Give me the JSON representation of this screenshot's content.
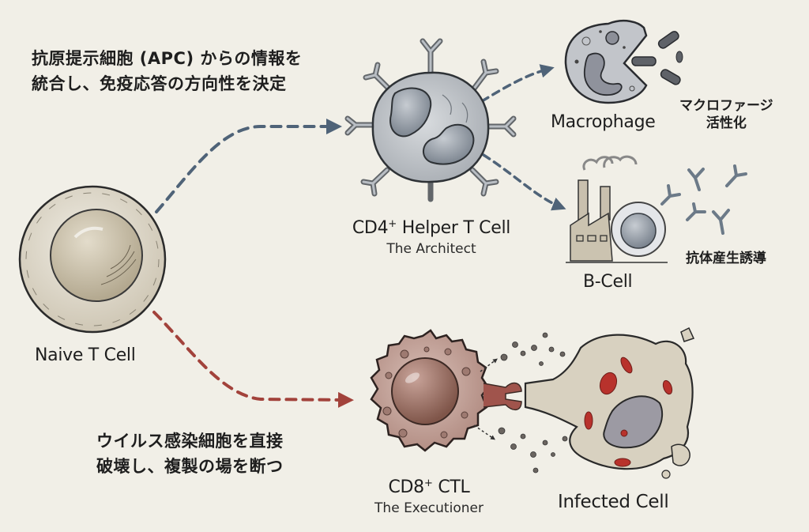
{
  "diagram": {
    "colors": {
      "background": "#f1efe7",
      "helper_path": "#4f6378",
      "ctl_path": "#a2423b",
      "helper_cell": "#b9bec4",
      "ctl_cell": "#b48b82",
      "infected_cell": "#d8d1c0",
      "infected_organelle": "#b8322c",
      "naive_cell": "#d9d2c2"
    },
    "nodes": {
      "naive": {
        "label": "Naive T Cell",
        "icon": "naive-t-cell-icon"
      },
      "cd4": {
        "label_main": "CD4",
        "label_sup": "+",
        "label_rest": " Helper T Cell",
        "subtitle": "The Architect",
        "icon": "helper-t-cell-icon"
      },
      "macrophage": {
        "label": "Macrophage",
        "icon": "macrophage-icon"
      },
      "bcell": {
        "label": "B-Cell",
        "icon": "b-cell-factory-icon"
      },
      "cd8": {
        "label_main": "CD8",
        "label_sup": "+",
        "label_rest": " CTL",
        "subtitle": "The Executioner",
        "icon": "cytotoxic-t-cell-icon"
      },
      "infected": {
        "label": "Infected Cell",
        "icon": "infected-cell-icon"
      }
    },
    "annotations": {
      "cd4_role": {
        "line1": "抗原提示細胞 (APC) からの情報を",
        "line2": "統合し、免疫応答の方向性を決定"
      },
      "cd8_role": {
        "line1": "ウイルス感染細胞を直接",
        "line2": "破壊し、複製の場を断つ"
      },
      "macrophage_effect": {
        "line1": "マクロファージ",
        "line2": "活性化"
      },
      "bcell_effect": {
        "line1": "抗体産生誘導"
      }
    },
    "edges": [
      {
        "from": "naive",
        "to": "cd4",
        "style": "dashed",
        "color": "helper_path"
      },
      {
        "from": "naive",
        "to": "cd8",
        "style": "dashed",
        "color": "ctl_path"
      },
      {
        "from": "cd4",
        "to": "macrophage",
        "style": "dashed",
        "color": "helper_path"
      },
      {
        "from": "cd4",
        "to": "bcell",
        "style": "dashed",
        "color": "helper_path"
      },
      {
        "from": "cd8",
        "to": "infected",
        "style": "dashed",
        "color": "ctl_path"
      }
    ]
  }
}
